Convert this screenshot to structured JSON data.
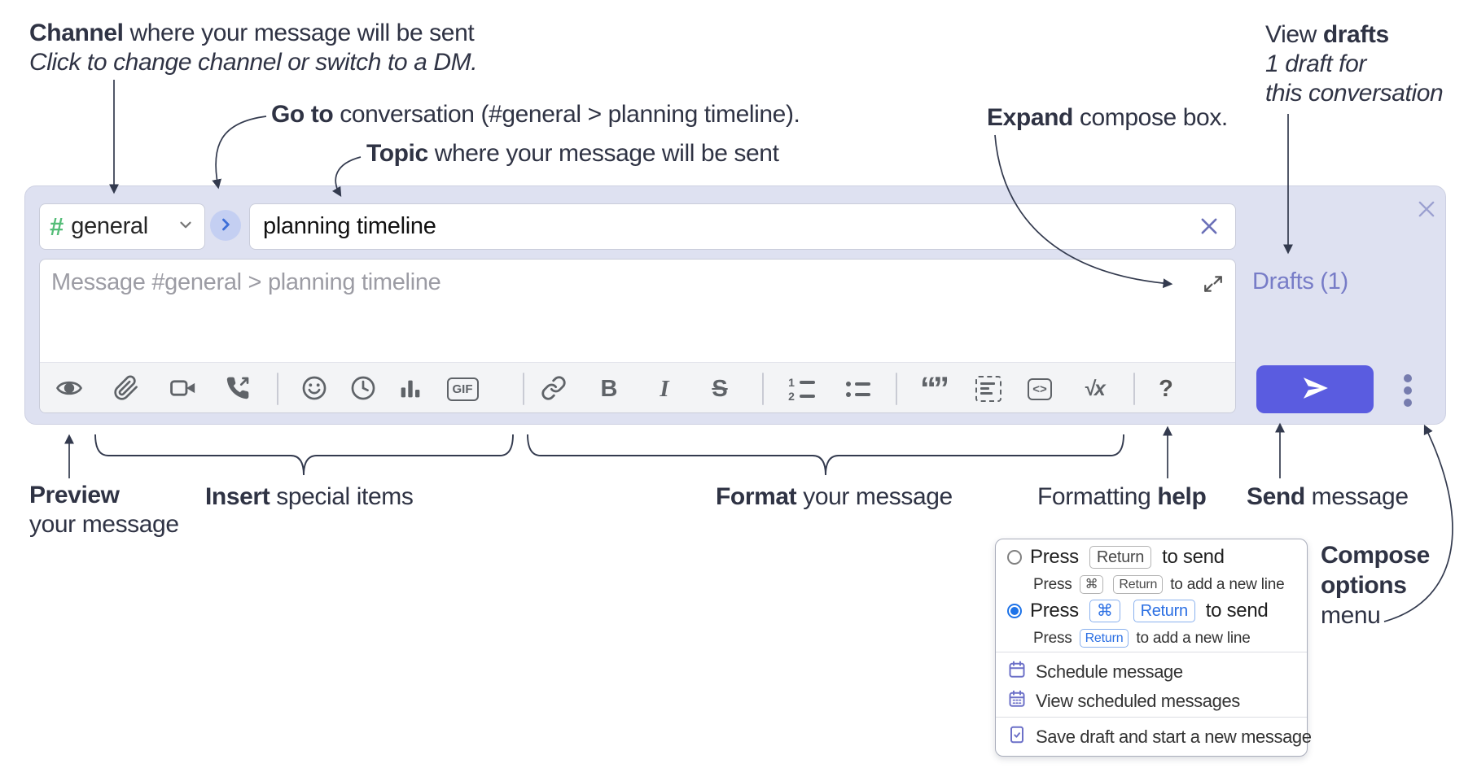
{
  "colors": {
    "accent_send_button": "#5a5ce0",
    "compose_box_background": "#dee1f1",
    "drafts_link": "#777cc7",
    "channel_hash_green": "#55bd78",
    "goto_chevron_blue": "#3e6fd8",
    "keycap_blue": "#2b6fe3",
    "radio_selected_blue": "#1e73e8",
    "menu_icon_purple": "#6c70c8",
    "toolbar_icon_gray": "#5f6368",
    "annotation_ink": "#2f3344"
  },
  "annotations": {
    "channel": {
      "bold": "Channel",
      "rest": " where your message will be sent",
      "italic": "Click to change channel or switch to a DM."
    },
    "goto": {
      "bold": "Go to",
      "rest": " conversation (#general > planning timeline)."
    },
    "topic": {
      "bold": "Topic",
      "rest": " where your message will be sent"
    },
    "expand": {
      "bold": "Expand",
      "rest": " compose box."
    },
    "view_drafts": {
      "pre": "View ",
      "bold": "drafts",
      "line2": "1 draft for",
      "line3": "this conversation"
    },
    "preview": {
      "bold": "Preview",
      "line2": "your message"
    },
    "insert": {
      "bold": "Insert",
      "rest": " special items"
    },
    "format": {
      "bold": "Format",
      "rest": " your message"
    },
    "formatting_help": {
      "pre": "Formatting ",
      "bold": "help"
    },
    "send": {
      "bold": "Send",
      "rest": " message"
    },
    "compose_options": {
      "line1": "Compose",
      "line2": "options",
      "line3": "menu"
    }
  },
  "compose": {
    "channel": {
      "hash": "#",
      "name": "general"
    },
    "topic_value": "planning timeline",
    "message_placeholder": "Message #general > planning timeline",
    "drafts_link": "Drafts (1)",
    "toolbar": {
      "gif": "GIF",
      "bold": "B",
      "italic": "I",
      "strike": "S",
      "math": "√x",
      "help": "?",
      "code": "<>",
      "ol_1": "1",
      "ol_2": "2",
      "quote": "“”",
      "icons": [
        "preview",
        "attach-file",
        "start-video-call",
        "start-audio-call",
        "add-emoji",
        "add-global-time",
        "add-poll",
        "add-gif",
        "link",
        "bold",
        "italic",
        "strikethrough",
        "numbered-list",
        "bulleted-list",
        "quote",
        "spoiler",
        "code",
        "math",
        "message-formatting-help"
      ]
    }
  },
  "options_menu": {
    "radios": [
      {
        "selected": false,
        "main": {
          "pre": "Press",
          "keys": [
            "Return"
          ],
          "post": "to send"
        },
        "sub": {
          "pre": "Press",
          "keys": [
            "⌘",
            "Return"
          ],
          "post": "to add a new line"
        }
      },
      {
        "selected": true,
        "main": {
          "pre": "Press",
          "keys": [
            "⌘",
            "Return"
          ],
          "post": "to send"
        },
        "sub": {
          "pre": "Press",
          "keys": [
            "Return"
          ],
          "post": "to add a new line"
        }
      }
    ],
    "items": [
      {
        "icon": "calendar-icon",
        "label": "Schedule message"
      },
      {
        "icon": "calendar-grid-icon",
        "label": "View scheduled messages"
      },
      {
        "icon": "save-draft-icon",
        "label": "Save draft and start a new message"
      }
    ]
  }
}
